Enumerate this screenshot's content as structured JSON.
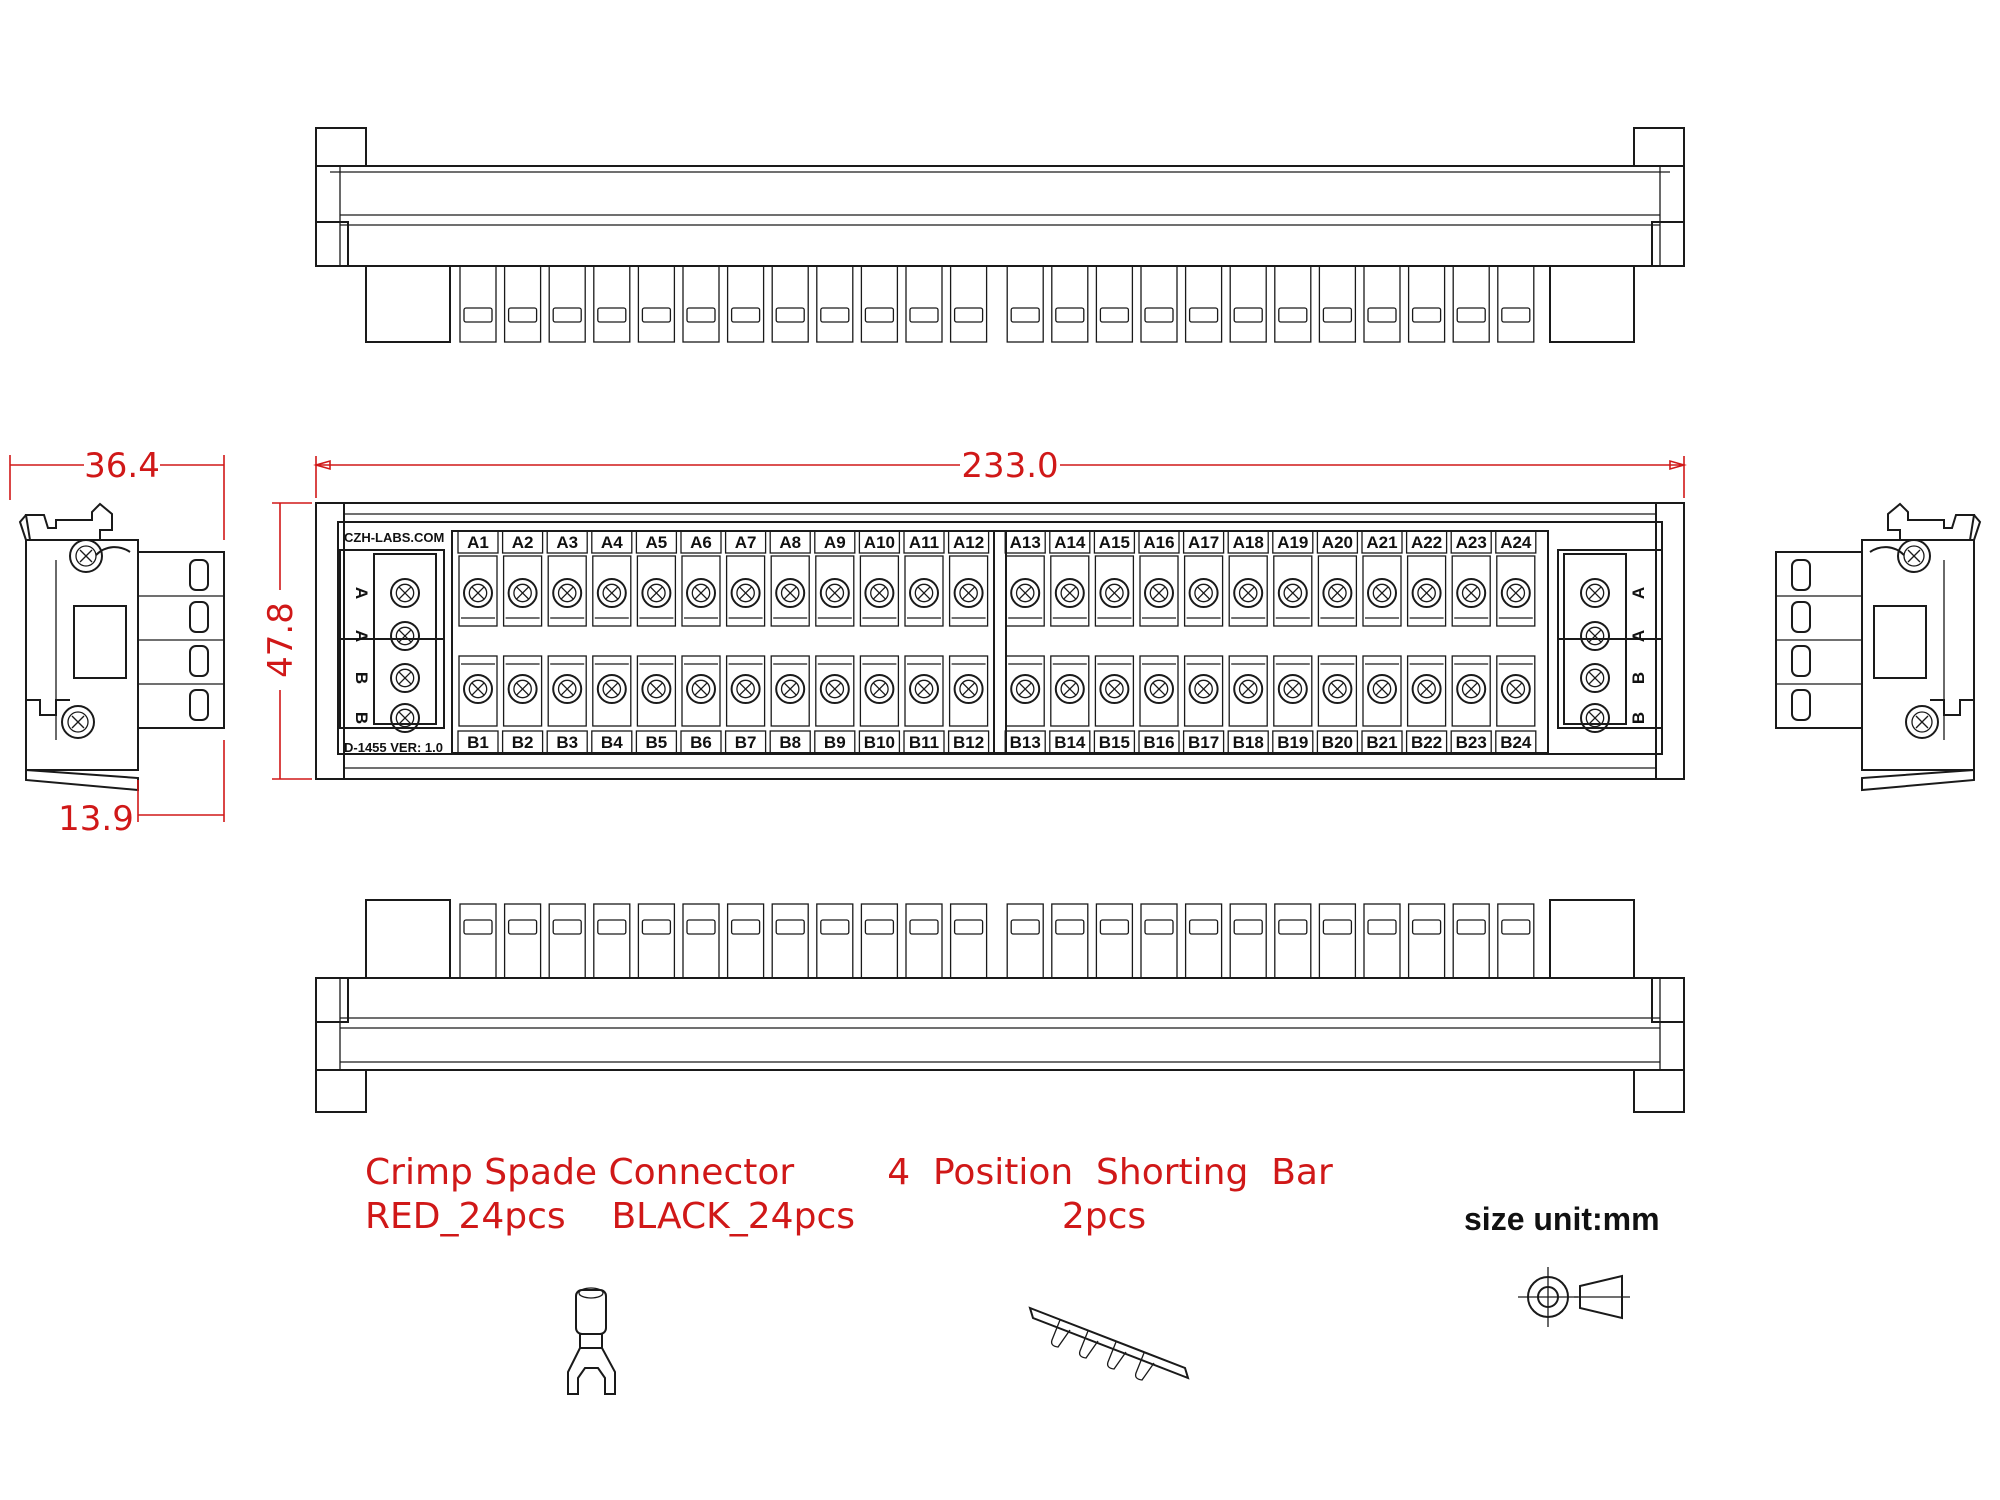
{
  "dimensions": {
    "width": "233.0",
    "height": "47.8",
    "depth": "36.4",
    "rail_offset": "13.9"
  },
  "board": {
    "brand": "CZH-LABS.COM",
    "model": "D-1455  VER: 1.0",
    "top_terminals": [
      "A1",
      "A2",
      "A3",
      "A4",
      "A5",
      "A6",
      "A7",
      "A8",
      "A9",
      "A10",
      "A11",
      "A12",
      "A13",
      "A14",
      "A15",
      "A16",
      "A17",
      "A18",
      "A19",
      "A20",
      "A21",
      "A22",
      "A23",
      "A24"
    ],
    "bottom_terminals": [
      "B1",
      "B2",
      "B3",
      "B4",
      "B5",
      "B6",
      "B7",
      "B8",
      "B9",
      "B10",
      "B11",
      "B12",
      "B13",
      "B14",
      "B15",
      "B16",
      "B17",
      "B18",
      "B19",
      "B20",
      "B21",
      "B22",
      "B23",
      "B24"
    ],
    "bus_labels": [
      "A",
      "A",
      "B",
      "B"
    ]
  },
  "accessories": {
    "spade_line1": "Crimp  Spade  Connector",
    "spade_line2": "RED_24pcs    BLACK_24pcs",
    "bar_line1": "4  Position  Shorting  Bar",
    "bar_line2": "2pcs"
  },
  "unit_note": "size unit:mm",
  "colors": {
    "dimension": "#d01818",
    "line": "#1a1a1a",
    "background": "#ffffff"
  }
}
